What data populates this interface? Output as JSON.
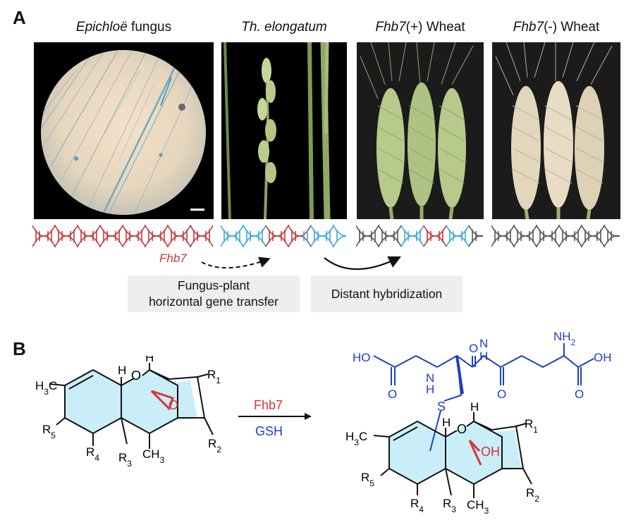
{
  "panel_a": {
    "label": "A",
    "titles": [
      {
        "italic": "Epichloë",
        "rest": " fungus"
      },
      {
        "italic": "Th. elongatum",
        "rest": ""
      },
      {
        "italic": "Fhb7",
        "rest": "(+) Wheat"
      },
      {
        "italic": "Fhb7",
        "rest": "(-) Wheat"
      }
    ],
    "gene_label": "Fhb7",
    "box_transfer": [
      "Fungus-plant",
      "horizontal gene transfer"
    ],
    "box_hybrid": "Distant hybridization",
    "colors": {
      "fungal_dna": "#c0393b",
      "plant_dna": "#38a8d8",
      "wheat_dna": "#555555"
    }
  },
  "panel_b": {
    "label": "B",
    "enzyme": "Fhb7",
    "cofactor": "GSH",
    "reactant_labels": {
      "h3c": "H3C",
      "h_left": "H",
      "h_right": "H",
      "o_ring": "O",
      "o_epoxide": "O",
      "r1": "R1",
      "r2": "R2",
      "r3": "R3",
      "r4": "R4",
      "r5": "R5",
      "ch3": "CH3"
    },
    "product_labels": {
      "ho": "HO",
      "oh_top": "OH",
      "nh2": "NH2",
      "nh_left": "N",
      "h_left": "H",
      "nh_right": "N",
      "h_right": "H",
      "o1": "O",
      "o2": "O",
      "o3": "O",
      "o4": "O",
      "s": "S",
      "h3c": "H3C",
      "h_a": "H",
      "h_b": "H",
      "o_ring": "O",
      "oh": "OH",
      "r1": "R1",
      "r2": "R2",
      "r3": "R3",
      "r4": "R4",
      "r5": "R5",
      "ch3": "CH3"
    },
    "colors": {
      "epoxide": "#d9333a",
      "gsh": "#1f3fbf",
      "ring_fill": "#c9eef7"
    }
  }
}
